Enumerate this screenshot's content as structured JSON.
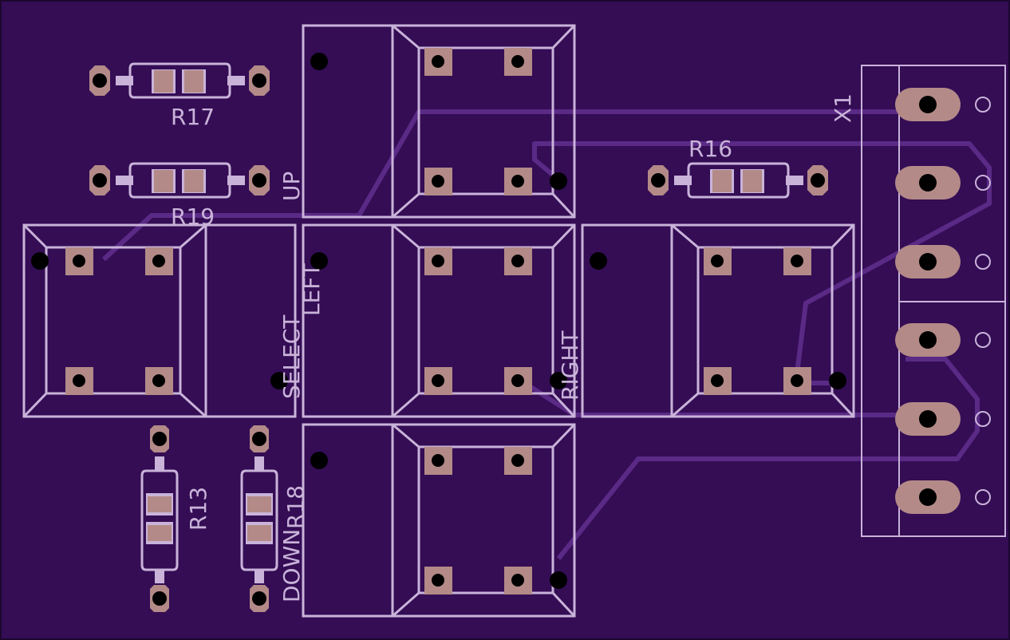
{
  "board": {
    "background": "#340d55",
    "silkscreen_color": "#c9b3d9",
    "pad_color": "#b38a87",
    "trace_color": "#5a2a86"
  },
  "labels": {
    "r17": "R17",
    "r19": "R19",
    "r16": "R16",
    "r13": "R13",
    "r18": "R18",
    "x1": "X1",
    "up": "UP",
    "select": "SELECT",
    "left": "LEFT",
    "right": "RIGHT",
    "down": "DOWN"
  }
}
